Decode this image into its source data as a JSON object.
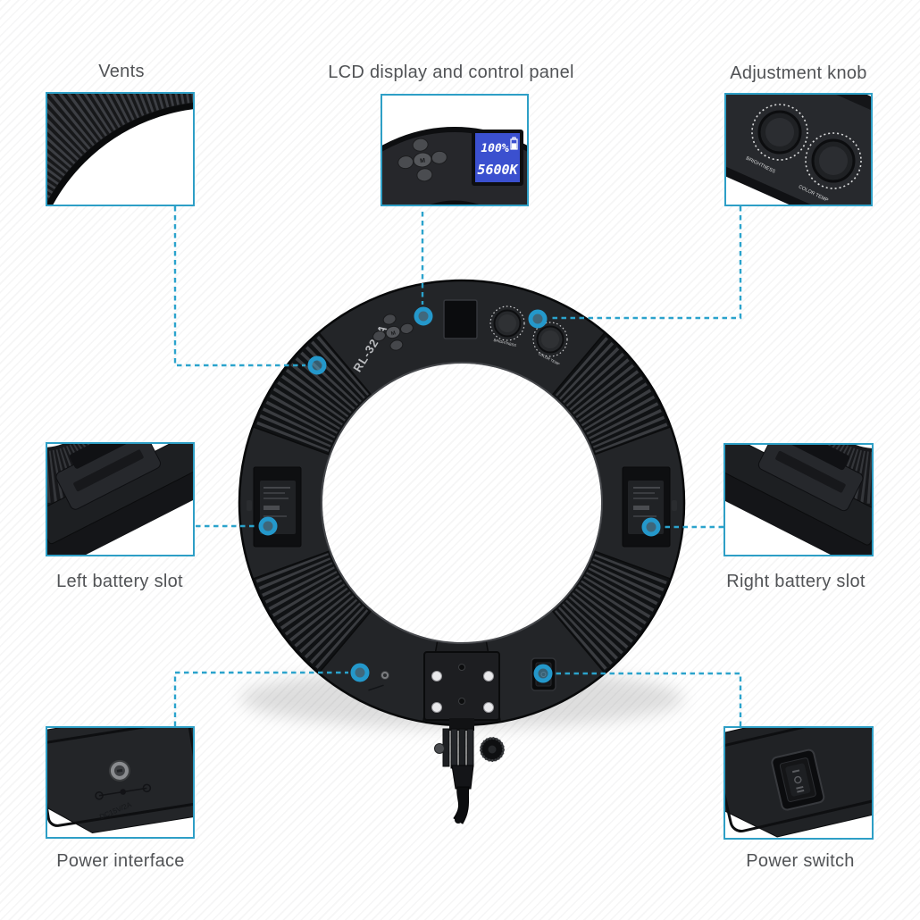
{
  "colors": {
    "accent_blue": "#2E9FC6",
    "label_gray": "#515356",
    "device_black": "#1E1F22",
    "lcd_screen_blue": "#3B50CF"
  },
  "callouts": [
    {
      "id": "vents",
      "label": "Vents"
    },
    {
      "id": "lcd-panel",
      "label": "LCD display and control panel"
    },
    {
      "id": "adjustment-knob",
      "label": "Adjustment knob"
    },
    {
      "id": "left-battery",
      "label": "Left battery slot"
    },
    {
      "id": "right-battery",
      "label": "Right battery slot"
    },
    {
      "id": "power-interface",
      "label": "Power interface"
    },
    {
      "id": "power-switch",
      "label": "Power switch"
    }
  ],
  "device": {
    "model": "RL-320A",
    "dpad_center_button": "M",
    "knob_labels": {
      "brightness": "BRIGHTNESS",
      "color_temp": "COLOR TEMP"
    },
    "lcd_display": {
      "brightness_value": "100%",
      "color_temp_value": "5600K"
    },
    "power_engraving": "DC15V/2A"
  }
}
